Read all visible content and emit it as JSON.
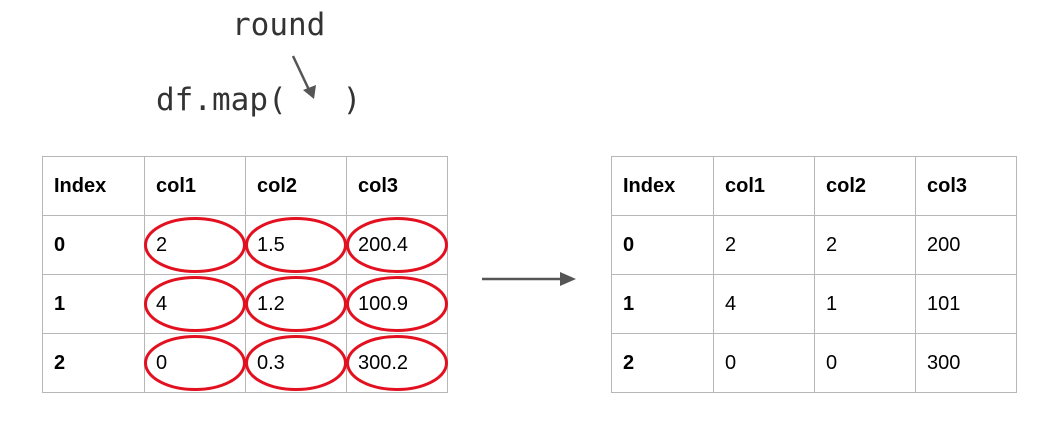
{
  "function_name": "round",
  "call_prefix": "df.map(",
  "call_suffix": ")",
  "input_table": {
    "headers": [
      "Index",
      "col1",
      "col2",
      "col3"
    ],
    "rows": [
      [
        "0",
        "2",
        "1.5",
        "200.4"
      ],
      [
        "1",
        "4",
        "1.2",
        "100.9"
      ],
      [
        "2",
        "0",
        "0.3",
        "300.2"
      ]
    ]
  },
  "output_table": {
    "headers": [
      "Index",
      "col1",
      "col2",
      "col3"
    ],
    "rows": [
      [
        "0",
        "2",
        "2",
        "200"
      ],
      [
        "1",
        "4",
        "1",
        "101"
      ],
      [
        "2",
        "0",
        "0",
        "300"
      ]
    ]
  },
  "colors": {
    "highlight": "#e3101f",
    "arrow": "#555555",
    "border": "#b7b7b7",
    "code_text": "#333333"
  }
}
